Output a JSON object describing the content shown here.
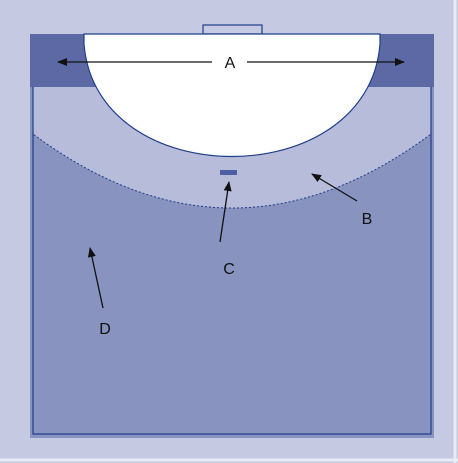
{
  "diagram": {
    "labels": {
      "a": "A",
      "b": "B",
      "c": "C",
      "d": "D"
    },
    "colors": {
      "frame": "#c5c9e1",
      "court": "#8893bf",
      "court_dark": "#5c69a4",
      "free_throw_zone": "#b7bcda",
      "goal_area": "#ffffff",
      "line": "#1f3e8a",
      "label_text": "#111111"
    }
  }
}
